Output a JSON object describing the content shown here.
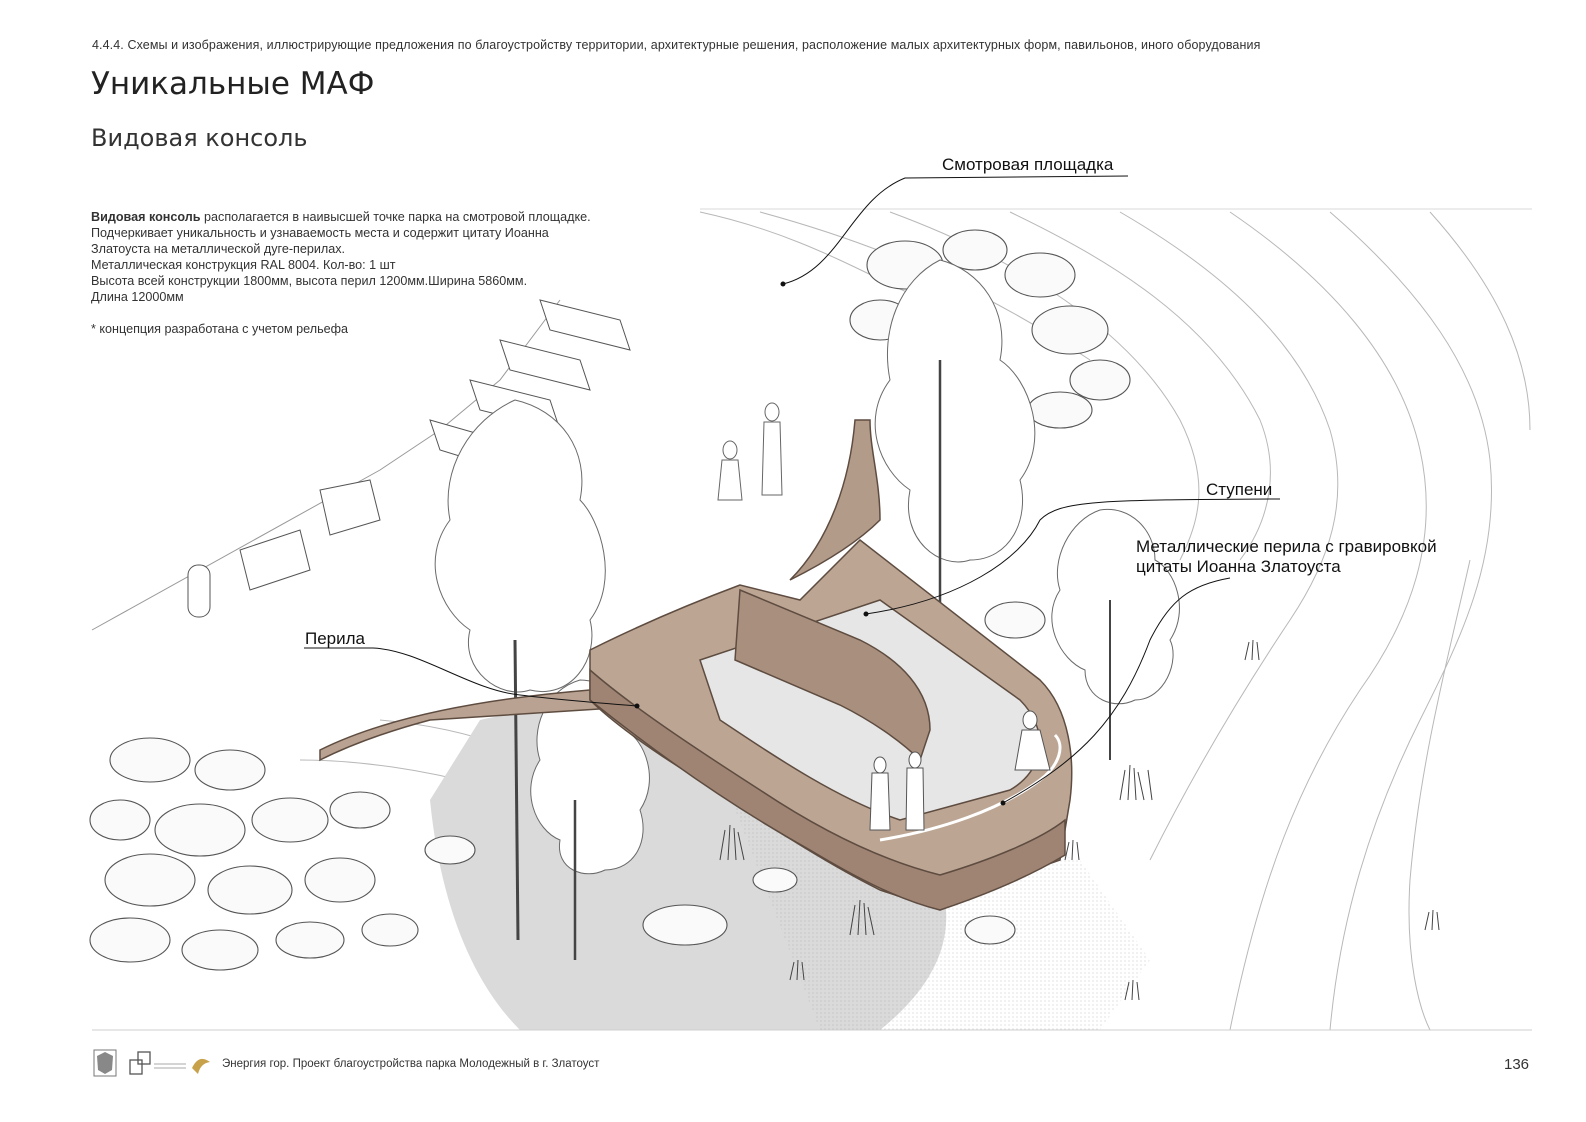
{
  "header": {
    "breadcrumb": "4.4.4. Схемы и изображения, иллюстрирующие предложения по благоустройству территории, архитектурные решения, расположение малых архитектурных форм, павильонов, иного оборудования",
    "title": "Уникальные МАФ",
    "subtitle": "Видовая консоль"
  },
  "description": {
    "lead_bold": "Видовая консоль",
    "lead_rest": " располагается в наивысшей точке парка на смотровой площадке. Подчеркивает уникальность и узнаваемость места и содержит цитату Иоанна Златоуста на металлической дуге-перилах.",
    "line2": "Металлическая конструкция RAL 8004. Кол-во: 1 шт",
    "line3": "Высота всей конструкции 1800мм, высота перил 1200мм.Ширина 5860мм.",
    "line4": "Длина 12000мм",
    "note": "* концепция разработана с учетом рельефа"
  },
  "callouts": {
    "viewpoint": "Смотровая площадка",
    "steps": "Ступени",
    "railing_engraved_1": "Металлические перила с гравировкой",
    "railing_engraved_2": "цитаты Иоанна Златоуста",
    "railing": "Перила"
  },
  "footer": {
    "project_text": "Энергия гор. Проект благоустройства парка Молодежный в г. Златоуст",
    "page_number": "136"
  },
  "colors": {
    "structure": "#b39b8a",
    "structure_dark": "#8f7767",
    "shadow": "#d4d4d4",
    "ink": "#333333"
  }
}
